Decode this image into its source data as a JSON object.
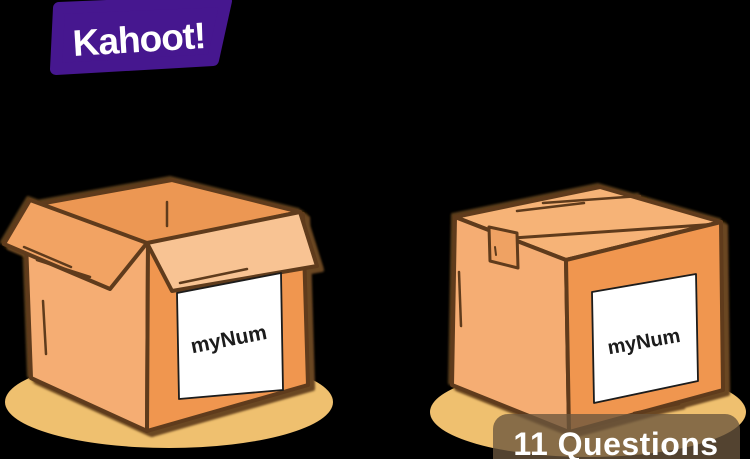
{
  "background_color": "#000000",
  "logo": {
    "text": "Kahoot!",
    "bg_color": "#46178F",
    "text_color": "#FFFFFF"
  },
  "boxes": [
    {
      "name": "open-cardboard-box",
      "state": "open",
      "label": "myNum"
    },
    {
      "name": "closed-cardboard-box",
      "state": "closed-with-tape",
      "label": "myNum"
    }
  ],
  "badge": {
    "text": "11 Questions",
    "question_count": 11,
    "bg_color": "rgba(106,86,61,0.78)",
    "text_color": "#FFFFFF"
  },
  "colors": {
    "outline": "#5E3B1B",
    "outline_halo": "#6B4721",
    "face_light": "#F5AD73",
    "face_dark": "#F0964F",
    "top_face": "#F6B377",
    "flap_light": "#F8C393",
    "flap_mid": "#F2A364",
    "interior": "#EC9752",
    "tape": "#EFA263",
    "ground_shadow": "#EFC06F",
    "label_bg": "#FFFFFF",
    "label_text": "#1A1A1A"
  }
}
